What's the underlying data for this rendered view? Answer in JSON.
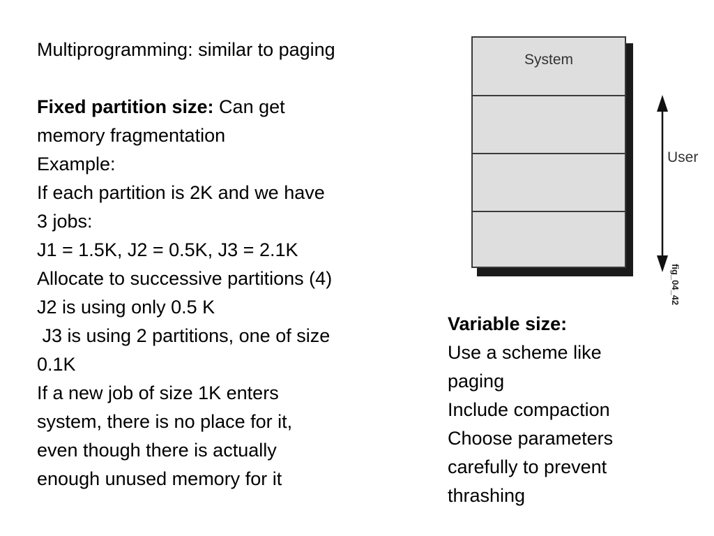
{
  "left": {
    "title": "Multiprogramming: similar to paging",
    "fixed_heading": "Fixed partition size:",
    "fixed_text": " Can get",
    "lines": [
      "memory fragmentation",
      "Example:",
      "If each partition is 2K and we have",
      "3 jobs:",
      "J1 = 1.5K, J2 = 0.5K, J3 = 2.1K",
      "Allocate to successive partitions (4)",
      "J2 is using only 0.5 K",
      " J3 is using 2 partitions, one of size",
      "0.1K",
      "If a new job of size 1K enters",
      "system, there is no place for it,",
      "even though there is actually",
      "enough unused memory for it"
    ]
  },
  "right": {
    "heading": "Variable size:",
    "lines": [
      "Use a scheme like",
      "paging",
      "Include compaction",
      "Choose parameters",
      "carefully to prevent",
      "thrashing"
    ]
  },
  "diagram": {
    "system_label": "System",
    "user_label": "User",
    "fig_label": "fig_04_42",
    "fill_color": "#dedede"
  }
}
